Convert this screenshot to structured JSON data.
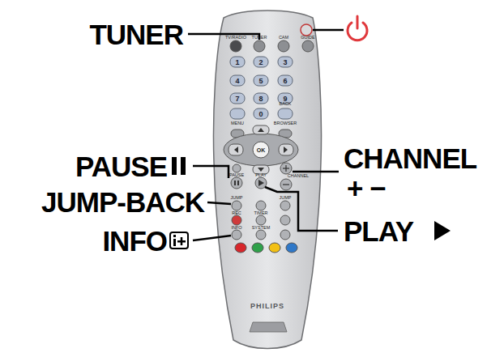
{
  "diagram": {
    "labels": [
      "TUNER",
      "PAUSE",
      "JUMP-BACK",
      "INFO",
      "CHANNEL",
      "+ −",
      "PLAY",
      "TV/RADIO",
      "TUNER",
      "CAM",
      "GUIDE",
      "1",
      "2",
      "3",
      "4",
      "5",
      "6",
      "7",
      "8",
      "9",
      "0",
      "MENU",
      "BACK",
      "BROWSER",
      "OK",
      "PAUSE",
      "PLAY",
      "CHANNEL",
      "JUMP",
      "REC",
      "TIMER",
      "JUMP",
      "INFO",
      "SYSTEM",
      "PHILIPS"
    ]
  }
}
